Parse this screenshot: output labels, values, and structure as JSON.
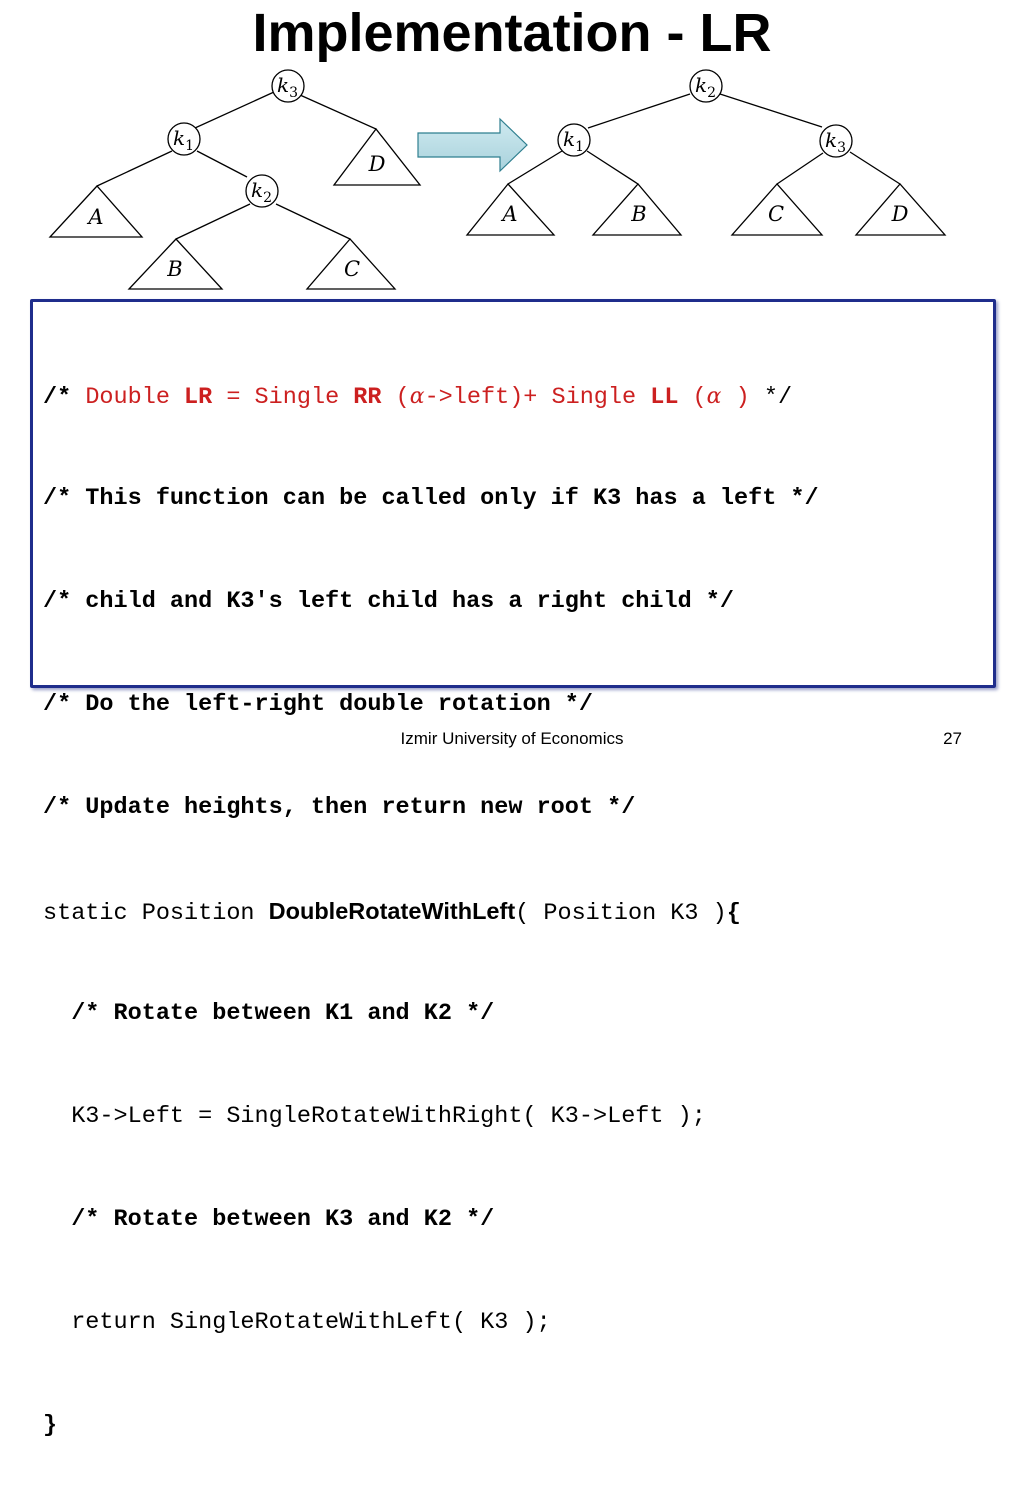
{
  "slide": {
    "title": "Implementation - LR",
    "footer": "Izmir University of Economics",
    "page_number": "27"
  },
  "diagram": {
    "before": {
      "nodes": [
        "k",
        "3",
        "k",
        "1",
        "k",
        "2"
      ],
      "subtrees": [
        "A",
        "B",
        "C",
        "D"
      ]
    },
    "after": {
      "nodes": [
        "k",
        "2",
        "k",
        "1",
        "k",
        "3"
      ],
      "subtrees": [
        "A",
        "B",
        "C",
        "D"
      ]
    }
  },
  "code": {
    "l1": {
      "open": "/* ",
      "p1": "Double ",
      "lr": "LR",
      "p2": " = Single ",
      "rr": "RR",
      "p3": " (",
      "alpha1": "α",
      "p4": "->left)+ Single ",
      "ll": "LL",
      "p5": " (",
      "alpha2": "α",
      "p6": " )",
      "close": " */"
    },
    "l2": "/* This function can be called only if K3 has a left */",
    "l3": "/* child and K3's left child has a right child */",
    "l4": "/* Do the left-right double rotation */",
    "l5": "/* Update heights, then return new root */",
    "l6": {
      "pre": "static Position ",
      "fn": "DoubleRotateWithLeft",
      "args": "( Position K3 )",
      "brace": "{"
    },
    "l7": "  /* Rotate between K1 and K2 */",
    "l8": "  K3->Left = SingleRotateWithRight( K3->Left );",
    "l9": "  /* Rotate between K3 and K2 */",
    "l10": "  return SingleRotateWithLeft( K3 );",
    "l11": "}"
  }
}
